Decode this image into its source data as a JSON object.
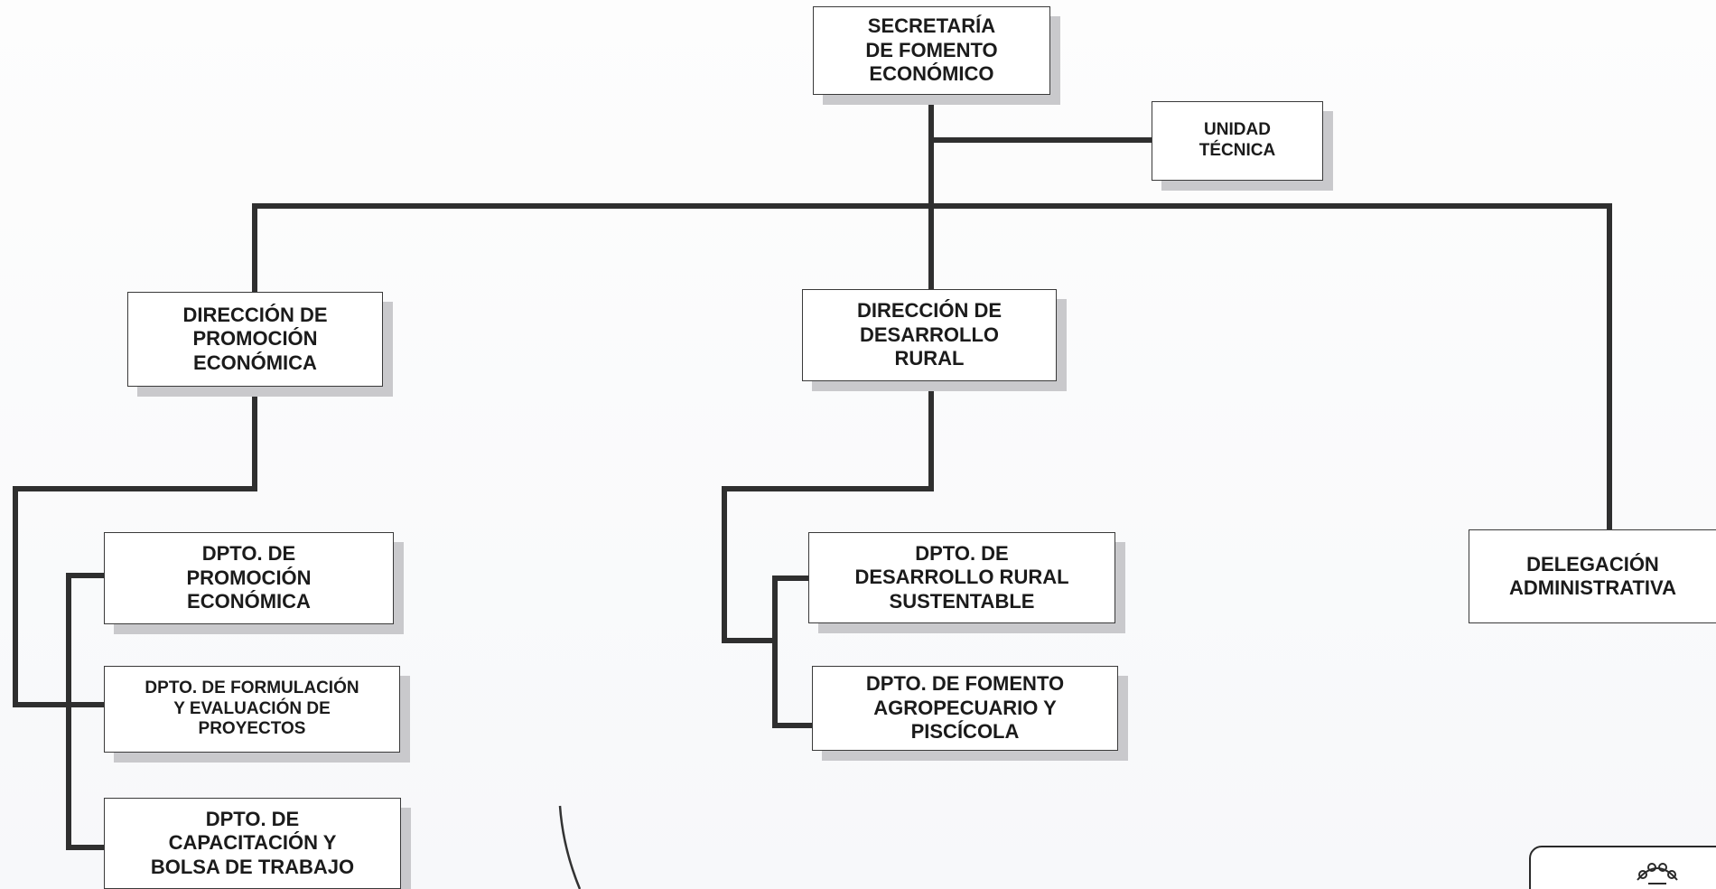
{
  "org_chart": {
    "root": "SECRETARÍA\nDE FOMENTO\nECONÓMICO",
    "staff": "UNIDAD\nTÉCNICA",
    "directions": {
      "promocion": "DIRECCIÓN DE\nPROMOCIÓN\nECONÓMICA",
      "desarrollo": "DIRECCIÓN DE\nDESARROLLO\nRURAL",
      "delegacion": "DELEGACIÓN\nADMINISTRATIVA"
    },
    "departments_promocion": [
      "DPTO. DE\nPROMOCIÓN\nECONÓMICA",
      "DPTO. DE  FORMULACIÓN\nY EVALUACIÓN DE\nPROYECTOS",
      "DPTO. DE\nCAPACITACIÓN Y\nBOLSA DE TRABAJO"
    ],
    "departments_desarrollo": [
      "DPTO. DE\nDESARROLLO RURAL\nSUSTENTABLE",
      "DPTO. DE FOMENTO\nAGROPECUARIO Y\nPISCÍCOLA"
    ]
  },
  "colors": {
    "connector": "#2f2f2f",
    "box_border": "#3a3a3a",
    "box_shadow": "#c9c9cc"
  },
  "decorations": {
    "seal_icon": "municipal-seal-icon",
    "pen_icon": "signature-stroke-icon"
  }
}
